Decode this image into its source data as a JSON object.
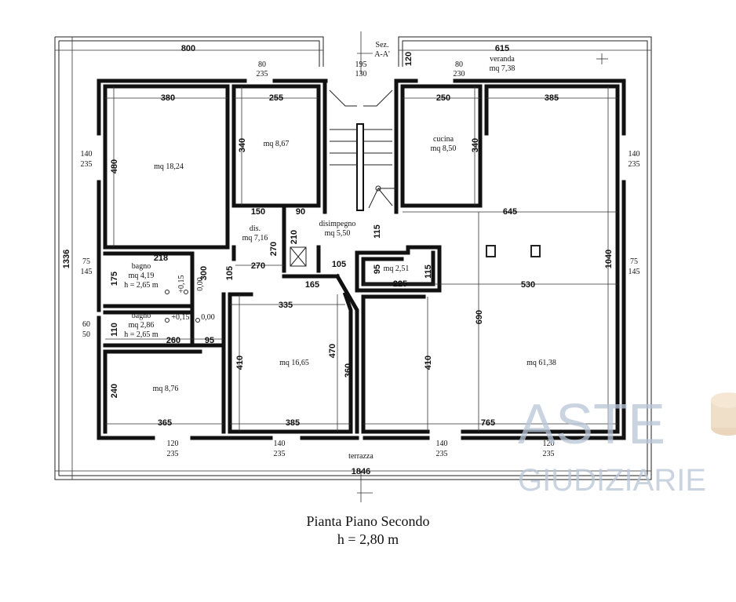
{
  "caption": {
    "title": "Pianta Piano Secondo",
    "height": "h = 2,80 m"
  },
  "section": {
    "line1": "Sez.",
    "line2": "A-A'"
  },
  "rooms": {
    "living_nw": "mq 18,24",
    "room_n": "mq 8,67",
    "kitchen_label": "cucina",
    "kitchen_area": "mq 8,50",
    "dis_label": "dis.",
    "dis_area": "mq 7,16",
    "disimpegno_label": "disimpegno",
    "disimpegno_area": "mq 5,50",
    "bagno1_label": "bagno",
    "bagno1_area": "mq 4,19",
    "bagno1_h": "h = 2,65 m",
    "bagno2_label": "bagno",
    "bagno2_area": "mq 2,86",
    "bagno2_h": "h = 2,65 m",
    "room_sw": "mq 8,76",
    "room_s": "mq 16,65",
    "small": "mq 2,51",
    "big_e": "mq 61,38",
    "veranda_label": "veranda",
    "veranda_area": "mq 7,38",
    "terrazza": "terrazza"
  },
  "dimensions": {
    "d800": "800",
    "d615": "615",
    "d1846": "1846",
    "d1336": "1336",
    "d380": "380",
    "d255": "255",
    "d250": "250",
    "d385a": "385",
    "d480": "480",
    "d340a": "340",
    "d340b": "340",
    "d150": "150",
    "d90": "90",
    "d645": "645",
    "d210": "210",
    "d270v": "270",
    "d115a": "115",
    "d1040": "1040",
    "d218": "218",
    "d175": "175",
    "d300": "300",
    "d105v": "105",
    "d270": "270",
    "d105": "105",
    "d95v": "95",
    "d225": "225",
    "d115b": "115",
    "d165": "165",
    "d530": "530",
    "d335": "335",
    "d690": "690",
    "d110": "110",
    "d260": "260",
    "d95": "95",
    "d410a": "410",
    "d470": "470",
    "d360": "360",
    "d410b": "410",
    "d240": "240",
    "d365": "365",
    "d385b": "385",
    "d765": "765",
    "d80_235": "80",
    "d235_top": "235",
    "d195": "195",
    "d130": "130",
    "d120v": "120",
    "d80b": "80",
    "d230": "230",
    "d140l": "140",
    "d235l": "235",
    "d140r": "140",
    "d235r": "235",
    "d75l": "75",
    "d145l": "145",
    "d75r": "75",
    "d145r": "145",
    "d60": "60",
    "d50": "50",
    "b120a": "120",
    "b235a": "235",
    "b140a": "140",
    "b235b": "235",
    "b140b": "140",
    "b235c": "235",
    "b120b": "120",
    "b235d": "235",
    "lv1": "+0,15",
    "lv2": "0,00",
    "lv3": "+0,15",
    "lv4": "0,00"
  },
  "watermark": {
    "line1": "ASTE",
    "line2": "GIUDIZIARIE"
  }
}
